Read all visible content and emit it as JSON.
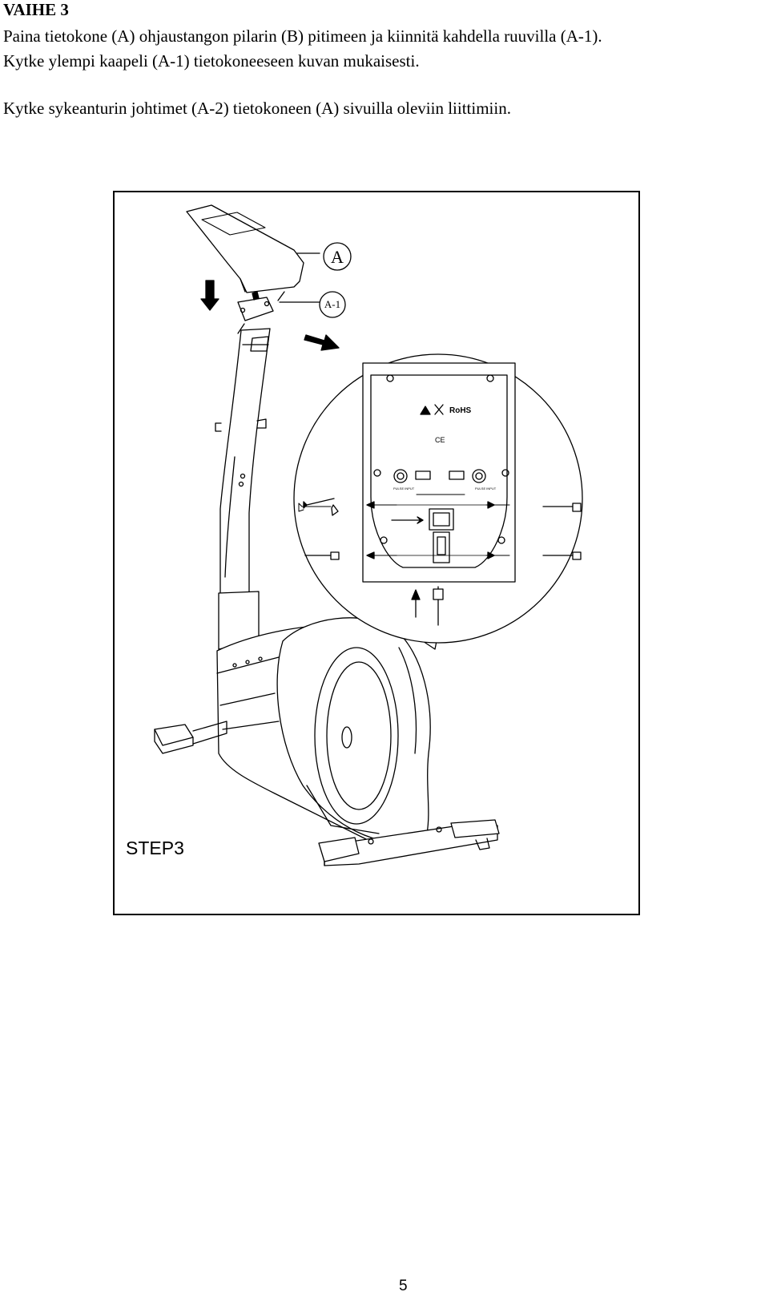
{
  "document": {
    "heading": "VAIHE 3",
    "paragraph_1_line_1": "Paina tietokone (A) ohjaustangon pilarin (B) pitimeen ja kiinnitä kahdella ruuvilla (A-1).",
    "paragraph_1_line_2": "Kytke ylempi kaapeli (A-1) tietokoneeseen kuvan mukaisesti.",
    "paragraph_2": "Kytke sykeanturin johtimet (A-2) tietokoneen (A) sivuilla oleviin liittimiin.",
    "page_number": "5"
  },
  "figure": {
    "label_a": "A",
    "label_a1": "A-1",
    "step_label": "STEP3",
    "rohs_text": "RoHS",
    "ce_text": "CE",
    "pulse_input_label": "PULSE INPUT"
  }
}
